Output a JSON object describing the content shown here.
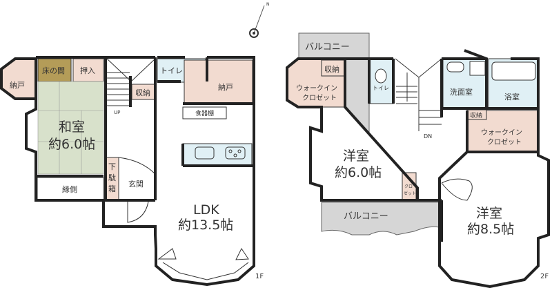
{
  "compass": {
    "north_label": "N"
  },
  "floor1": {
    "label": "1F",
    "rooms": {
      "nando_left": "納戸",
      "tokonoma": "床の間",
      "oshiire": "押入",
      "washitsu_name": "和室",
      "washitsu_size": "約6.0帖",
      "engawa": "縁側",
      "stair_storage": "収納",
      "stairs_up": "UP",
      "toilet": "トイレ",
      "nando_right": "納戸",
      "cupboard": "食器棚",
      "getabako": [
        "下",
        "駄",
        "箱"
      ],
      "genkan": "玄関",
      "ldk_name": "LDK",
      "ldk_size": "約13.5帖"
    }
  },
  "floor2": {
    "label": "2F",
    "rooms": {
      "balcony_top": "バルコニー",
      "storage_left": "収納",
      "wic_left": [
        "ウォークイン",
        "クロゼット"
      ],
      "toilet": "トイレ",
      "stairs_down": "DN",
      "washroom": "洗面室",
      "bathroom": "浴室",
      "storage_right": "収納",
      "wic_right": [
        "ウォークイン",
        "クロゼット"
      ],
      "youshitsu_a_name": "洋室",
      "youshitsu_a_size": "約6.0帖",
      "closet": [
        "クロ",
        "ゼット"
      ],
      "balcony_bottom": "バルコニー",
      "youshitsu_b_name": "洋室",
      "youshitsu_b_size": "約8.5帖"
    }
  },
  "colors": {
    "storage": "#f2dbd0",
    "tokonoma": "#b49c58",
    "tatami": "#d8e1cb",
    "wet_area": "#e0f0f5",
    "balcony": "#d6d6d6"
  }
}
